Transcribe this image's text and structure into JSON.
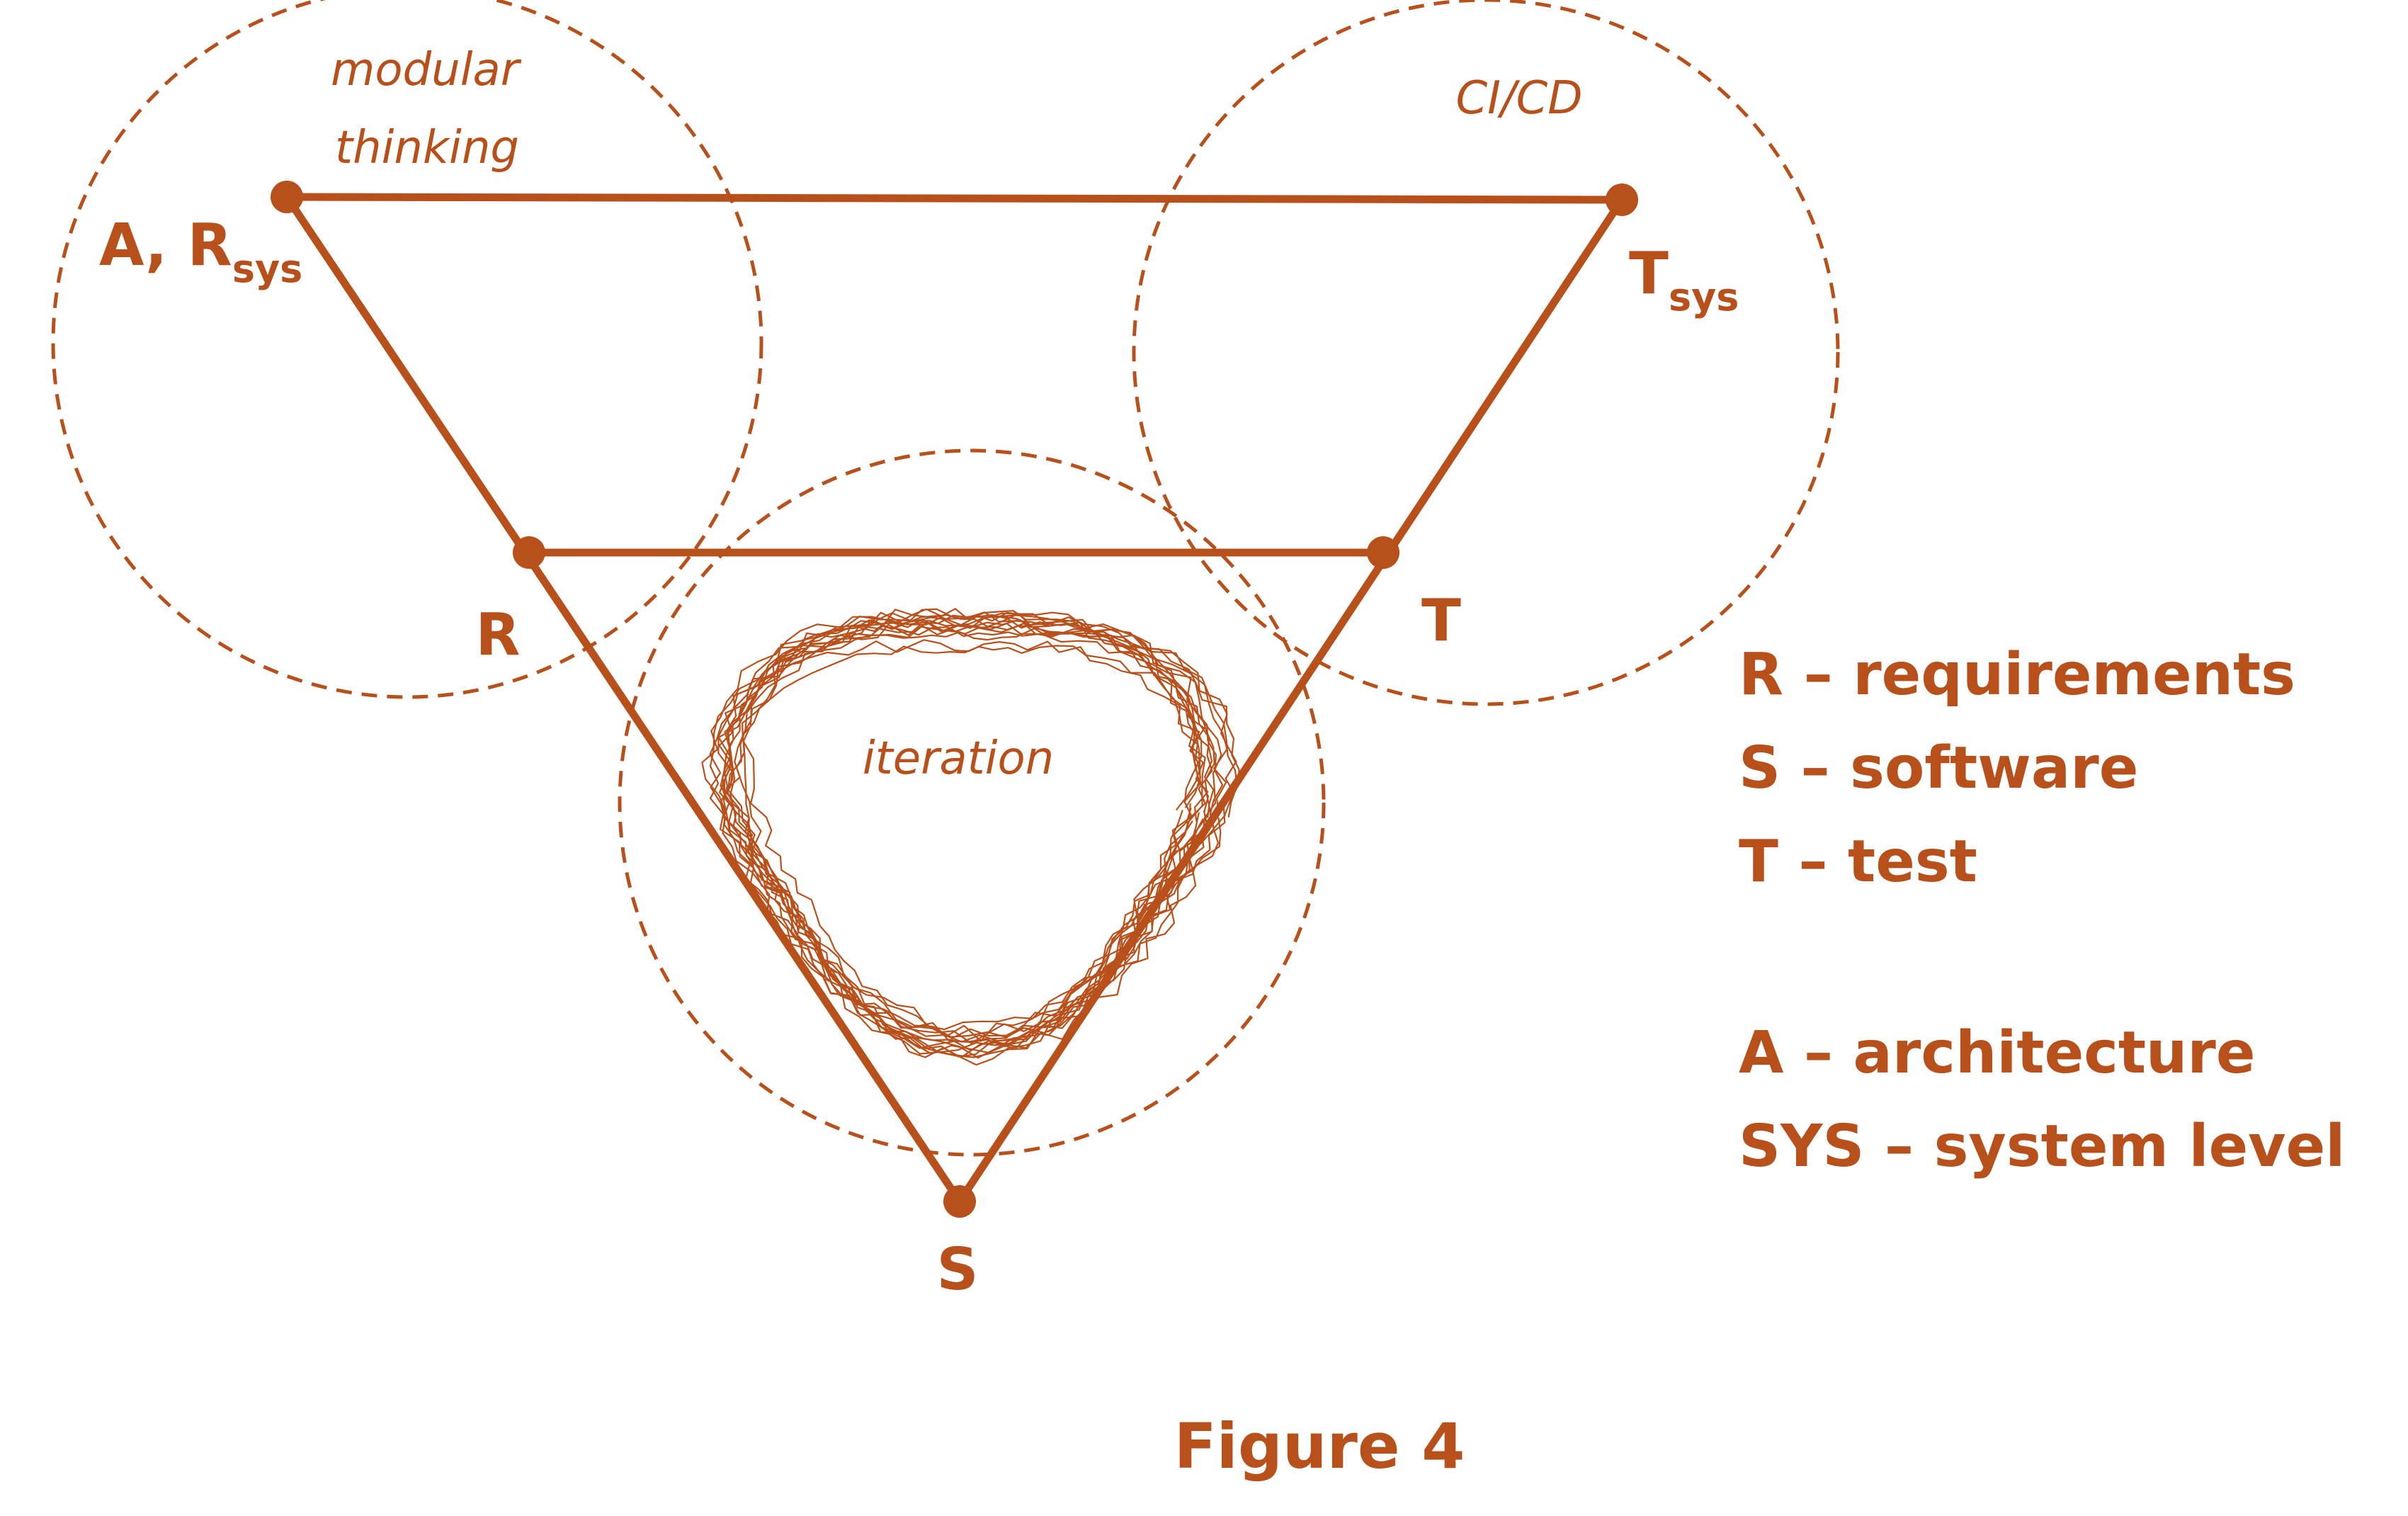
{
  "colors": {
    "accent": "#b8501c"
  },
  "circles": {
    "modular": {
      "label_line1": "modular",
      "label_line2": "thinking"
    },
    "cicd": {
      "label": "CI/CD"
    },
    "iteration": {
      "label": "iteration"
    }
  },
  "nodes": {
    "a_rsys": {
      "label": "A, R",
      "sub": "sys"
    },
    "t_sys": {
      "label": "T",
      "sub": "sys"
    },
    "r": {
      "label": "R"
    },
    "t": {
      "label": "T"
    },
    "s": {
      "label": "S"
    }
  },
  "legend": {
    "lines": [
      "R – requirements",
      "S – software",
      "T – test",
      "A – architecture",
      "SYS – system level"
    ]
  },
  "caption": "Figure 4"
}
